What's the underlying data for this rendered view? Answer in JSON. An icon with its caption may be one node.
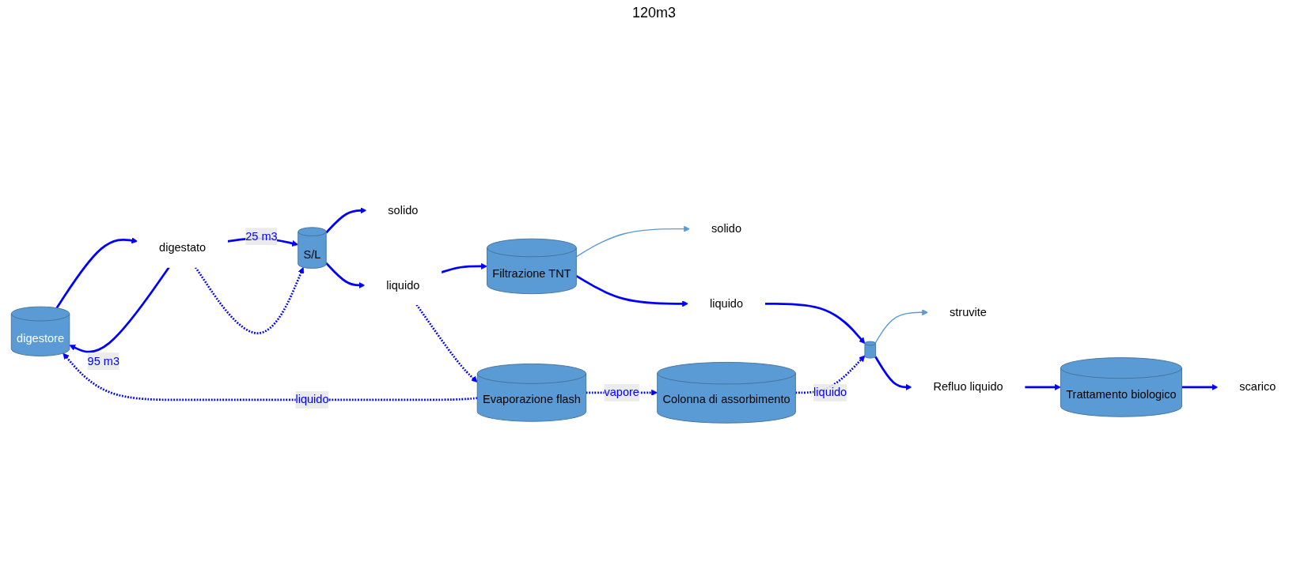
{
  "diagram": {
    "nodes": [
      {
        "text": [
          "digestore"
        ]
      },
      {
        "text": [
          "digestato"
        ]
      },
      {
        "text": [
          "S/L"
        ]
      },
      {
        "text": [
          "solido"
        ]
      },
      {
        "text": [
          "liquido"
        ]
      },
      {
        "text": [
          "Filtrazione TNT"
        ]
      },
      {
        "text": [
          "solido"
        ]
      },
      {
        "text": [
          "liquido"
        ]
      },
      {
        "text": [],
        "shape": "cylinder"
      },
      {
        "text": [
          "struvite"
        ]
      },
      {
        "text": [
          "Refluo liquido"
        ]
      },
      {
        "text": [
          "Evaporazione flash"
        ]
      },
      {
        "text": [
          "Colonna di assorbimento"
        ]
      },
      {
        "text": [
          "Trattamento biologico"
        ]
      },
      {
        "text": [
          "scarico"
        ]
      }
    ],
    "edges": [
      {
        "from": 0,
        "to": 1,
        "arrow": "to"
      },
      {
        "from": 1,
        "to": 2,
        "arrow": "to",
        "label": "25 m3"
      },
      {
        "from": 1,
        "to": 2,
        "arrow": "to",
        "style": "dashed"
      },
      {
        "from": 1,
        "to": 0,
        "arrow": "to",
        "label": "95 m3"
      },
      {
        "from": 2,
        "to": 3,
        "arrow": "to"
      },
      {
        "from": 2,
        "to": 4,
        "arrow": "to"
      },
      {
        "from": 4,
        "to": 5,
        "arrow": "to"
      },
      {
        "from": 4,
        "to": 11,
        "arrow": "to",
        "style": "dashed"
      },
      {
        "from": 5,
        "to": 6,
        "arrow": "to",
        "color": "#5b9bd5"
      },
      {
        "from": 5,
        "to": 7,
        "arrow": "to"
      },
      {
        "from": 7,
        "to": 8,
        "arrow": "to"
      },
      {
        "from": 8,
        "to": 9,
        "arrow": "to",
        "color": "#5b9bd5"
      },
      {
        "from": 8,
        "to": 10,
        "arrow": "to"
      },
      {
        "from": 10,
        "to": 13,
        "arrow": "to"
      },
      {
        "from": 13,
        "to": 14,
        "arrow": "to"
      },
      {
        "from": 11,
        "to": 0,
        "arrow": "to",
        "style": "dashed",
        "label": "liquido"
      },
      {
        "from": 11,
        "to": 12,
        "arrow": "to",
        "style": "dashed",
        "label": "vapore"
      },
      {
        "from": 12,
        "to": 8,
        "arrow": "to",
        "style": "dashed",
        "label": "liquido"
      }
    ],
    "labels": [
      "120m3"
    ]
  }
}
